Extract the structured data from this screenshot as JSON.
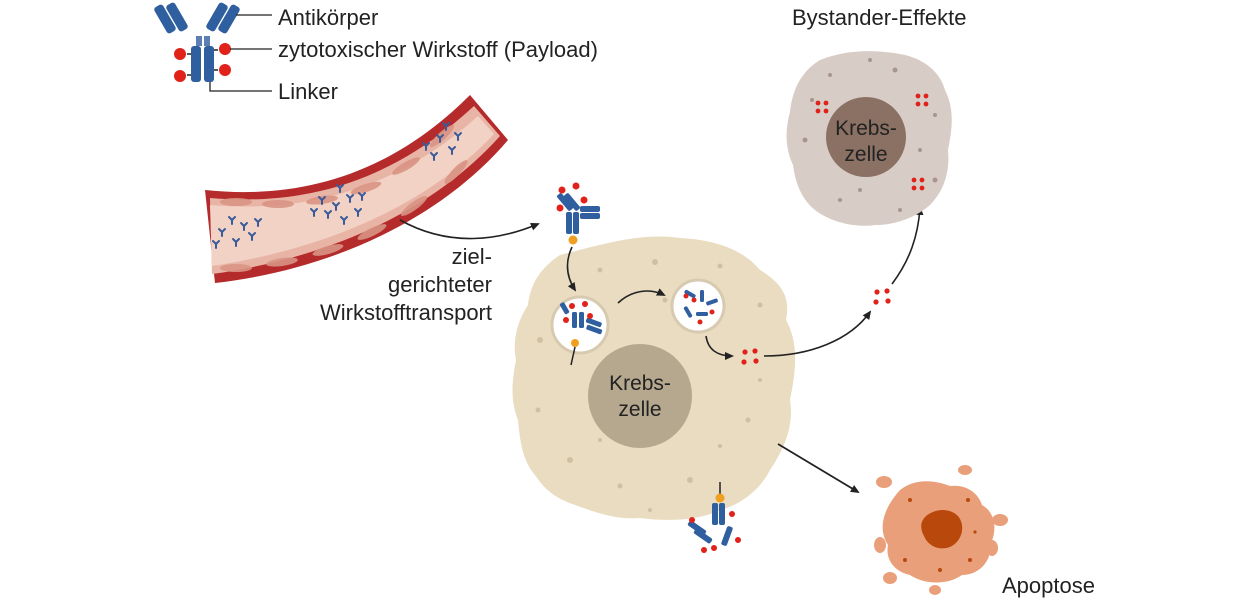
{
  "legend": {
    "antibody": "Antikörper",
    "payload": "zytotoxischer Wirkstoff (Payload)",
    "linker": "Linker"
  },
  "transport": {
    "line1": "ziel-",
    "line2": "gerichteter",
    "line3": "Wirkstofftransport"
  },
  "cancer_cell": {
    "line1": "Krebs-",
    "line2": "zelle"
  },
  "bystander": {
    "title": "Bystander-Effekte",
    "line1": "Krebs-",
    "line2": "zelle"
  },
  "apoptosis": "Apoptose",
  "colors": {
    "antibody": "#2f5f9e",
    "payload": "#e0221b",
    "linker": "#f0a020",
    "vessel": "#b52a2a",
    "cell": "#e9dcc0",
    "nucleus": "#b5a88e",
    "bystander_cell": "#d8ccc6",
    "bystander_nucleus": "#8a7163",
    "apoptosis": "#e9a07a"
  }
}
